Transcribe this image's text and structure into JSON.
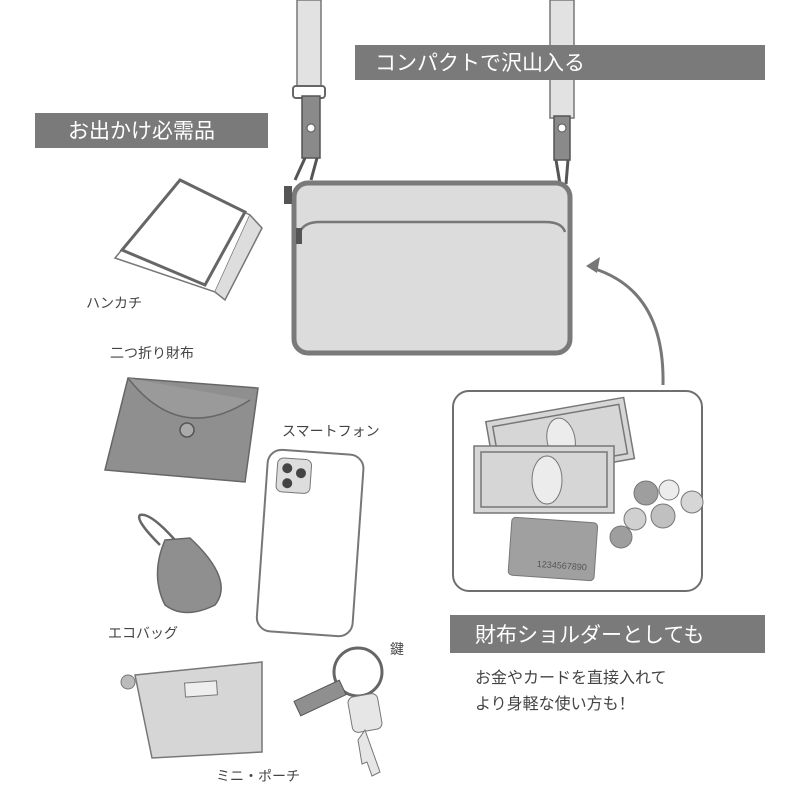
{
  "banners": {
    "compact": "コンパクトで沢山入る",
    "essentials": "お出かけ必需品",
    "wallet_shoulder": "財布ショルダーとしても"
  },
  "items": {
    "handkerchief": "ハンカチ",
    "bifold_wallet": "二つ折り財布",
    "smartphone": "スマートフォン",
    "eco_bag": "エコバッグ",
    "key": "鍵",
    "mini_pouch": "ミニ・ポーチ"
  },
  "description": {
    "line1": "お金やカードを直接入れて",
    "line2": "より身軽な使い方も！"
  },
  "card_number": "1234567890",
  "colors": {
    "banner": "#7a7a7a",
    "outline": "#6f6f6f",
    "fill_light": "#dcdcdc",
    "fill_mid": "#9a9a9a"
  }
}
